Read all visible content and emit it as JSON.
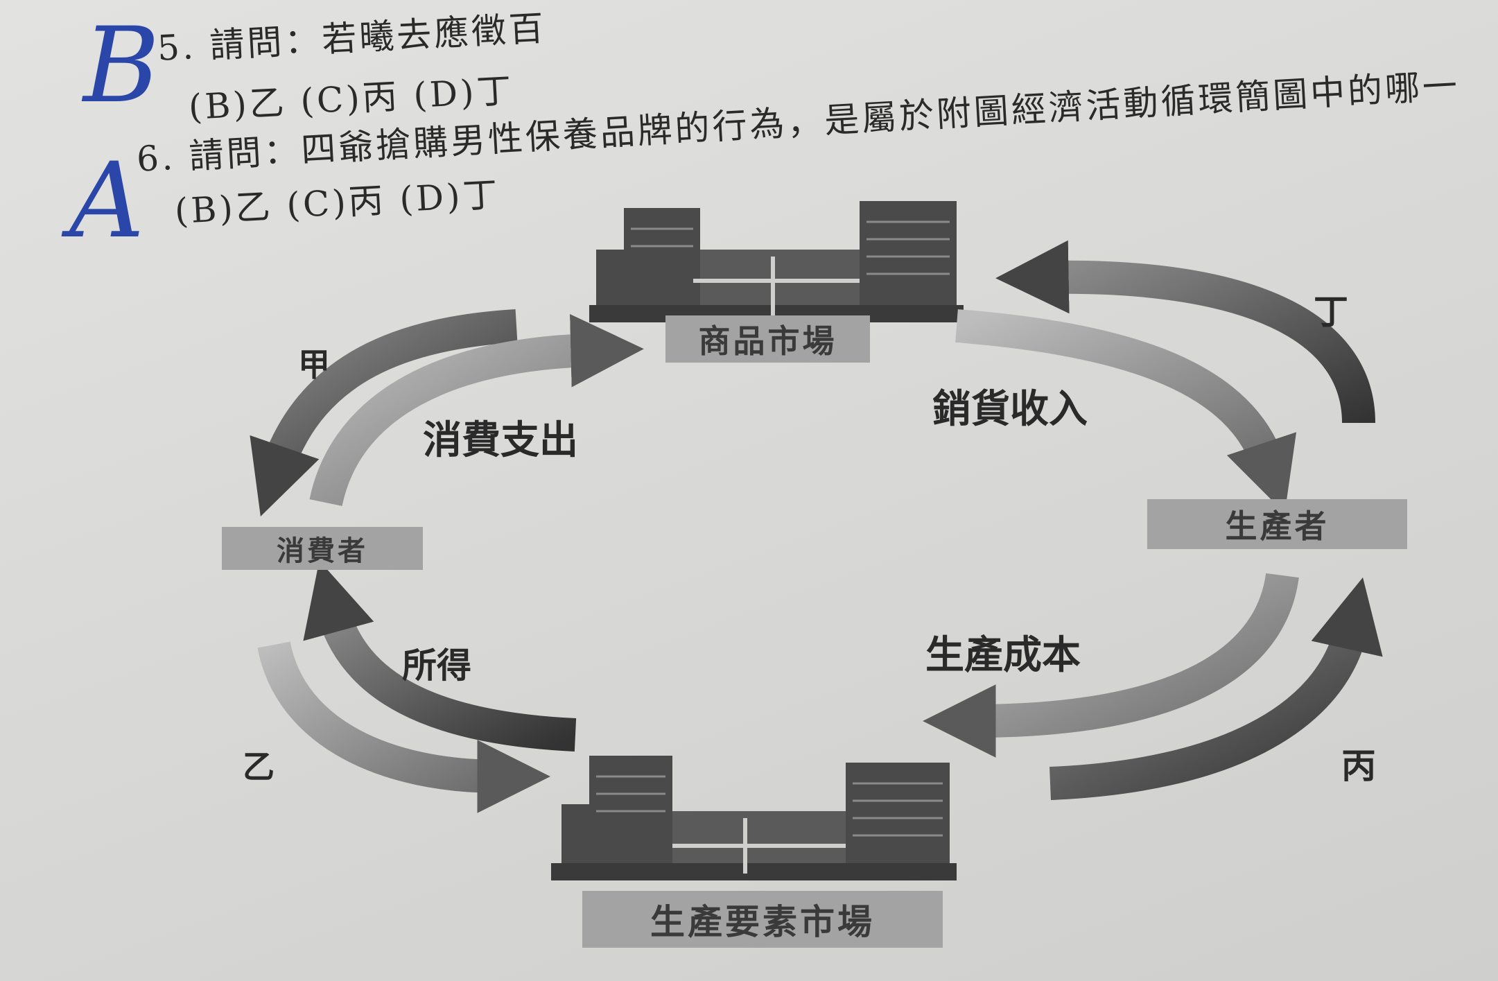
{
  "questions": [
    {
      "number": "5.",
      "prompt": "請問：若曦去應徵百",
      "options": "(B)乙 (C)丙 (D)丁",
      "answer": "B"
    },
    {
      "number": "6.",
      "prompt": "請問：四爺搶購男性保養品牌的行為，是屬於附圖經濟活動循環簡圖中的哪一",
      "options": "(B)乙 (C)丙 (D)丁",
      "answer": "A"
    }
  ],
  "diagram": {
    "nodes": {
      "goods_market": "商品市場",
      "producer": "生產者",
      "factor_market": "生產要素市場",
      "consumer": "消費者"
    },
    "flows": {
      "sales_revenue": "銷貨收入",
      "consumption_spending": "消費支出",
      "production_cost": "生產成本",
      "income": "所得"
    },
    "flow_markers": {
      "jia": "甲",
      "yi": "乙",
      "bing": "丙",
      "ding": "丁"
    }
  }
}
